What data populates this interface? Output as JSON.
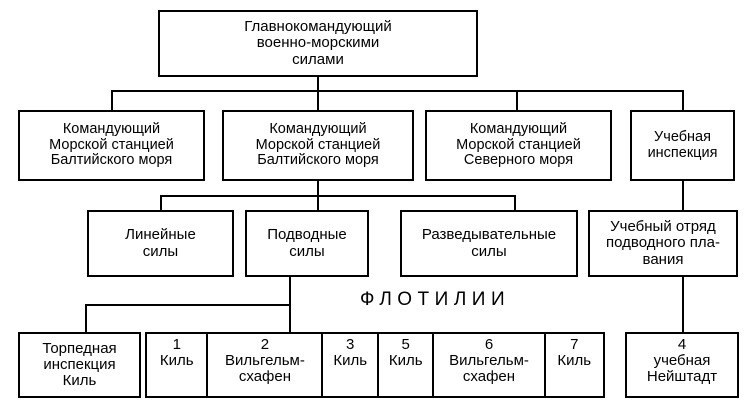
{
  "diagram": {
    "title_text": "Главнокомандующий\nвоенно-морскими\nсилами",
    "line_color": "#000000",
    "background": "#ffffff",
    "flotilla_heading": "ФЛОТИЛИИ"
  },
  "level2": [
    {
      "label": "Командующий\nМорской станцией\nБалтийского моря"
    },
    {
      "label": "Командующий\nМорской станцией\nБалтийского моря"
    },
    {
      "label": "Командующий\nМорской станцией\nСеверного моря"
    },
    {
      "label": "Учебная\nинспекция"
    }
  ],
  "level3": [
    {
      "label": "Линейные\nсилы"
    },
    {
      "label": "Подводные\nсилы"
    },
    {
      "label": "Разведывательные\nсилы"
    },
    {
      "label": "Учебный отряд\nподводного пла-\nвания"
    }
  ],
  "level4": {
    "torpedo": {
      "label": "Торпедная\nинспекция\nКиль"
    },
    "training": {
      "number": "4",
      "label": "учебная\nНейштадт"
    }
  },
  "flotillas": [
    {
      "number": "1",
      "place": "Киль"
    },
    {
      "number": "2",
      "place": "Вильгельм-\nсхафен"
    },
    {
      "number": "3",
      "place": "Киль"
    },
    {
      "number": "5",
      "place": "Киль"
    },
    {
      "number": "6",
      "place": "Вильгельм-\nсхафен"
    },
    {
      "number": "7",
      "place": "Киль"
    }
  ]
}
